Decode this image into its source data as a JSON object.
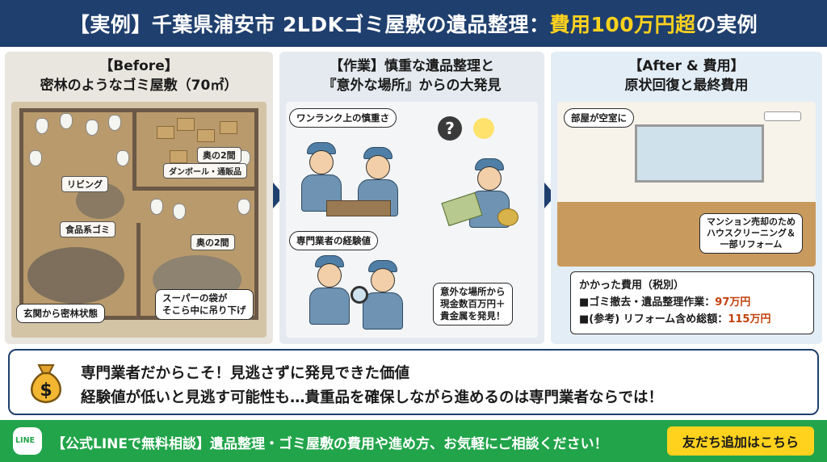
{
  "title": {
    "before": "【実例】千葉県浦安市 2LDKゴミ屋敷の遺品整理：",
    "highlight": "費用100万円超",
    "after": "の実例"
  },
  "panels": [
    {
      "heading_1": "【Before】",
      "heading_2": "密林のようなゴミ屋敷（70㎡）",
      "labels": {
        "living": "リビング",
        "back_room_1": "奥の2間",
        "boxes": "ダンボール・通販品",
        "food_trash": "食品系ゴミ",
        "back_room_2": "奥の2間"
      },
      "callouts": {
        "entrance": "玄関から密林状態",
        "bags_1": "スーパーの袋が",
        "bags_2": "そこら中に吊り下げ"
      }
    },
    {
      "heading_1": "【作業】慎重な遺品整理と",
      "heading_2": "『意外な場所』からの大発見",
      "callouts": {
        "careful": "ワンランク上の慎重さ",
        "experience": "専門業者の経験値",
        "found_1": "意外な場所から",
        "found_2": "現金数百万円＋",
        "found_3": "貴金属を発見！"
      },
      "question_mark": "?"
    },
    {
      "heading_1": "【After & 費用】",
      "heading_2": "原状回復と最終費用",
      "callouts": {
        "empty": "部屋が空室に",
        "sale_1": "マンション売却のため",
        "sale_2": "ハウスクリーニング＆",
        "sale_3": "一部リフォーム"
      }
    }
  ],
  "cost": {
    "heading": "かかった費用（税別）",
    "rows": [
      {
        "label": "■ゴミ撤去・遺品整理作業：",
        "amount": "97万円"
      },
      {
        "label": "■(参考) リフォーム含め総額：",
        "amount": "115万円"
      }
    ]
  },
  "value": {
    "line_1": "専門業者だからこそ！見逃さずに発見できた価値",
    "line_2": "経験値が低いと見逃す可能性も…貴重品を確保しながら進めるのは専門業者ならでは！",
    "icon": "money-bag-icon"
  },
  "footer": {
    "logo": "LINE",
    "text": "【公式LINEで無料相談】遺品整理・ゴミ屋敷の費用や進め方、お気軽にご相談ください！",
    "cta": "友だち追加はこちら"
  },
  "colors": {
    "navy": "#1f3f6e",
    "highlight_yellow": "#ffd21e",
    "line_green": "#22a44a",
    "cost_accent": "#c2410c"
  }
}
